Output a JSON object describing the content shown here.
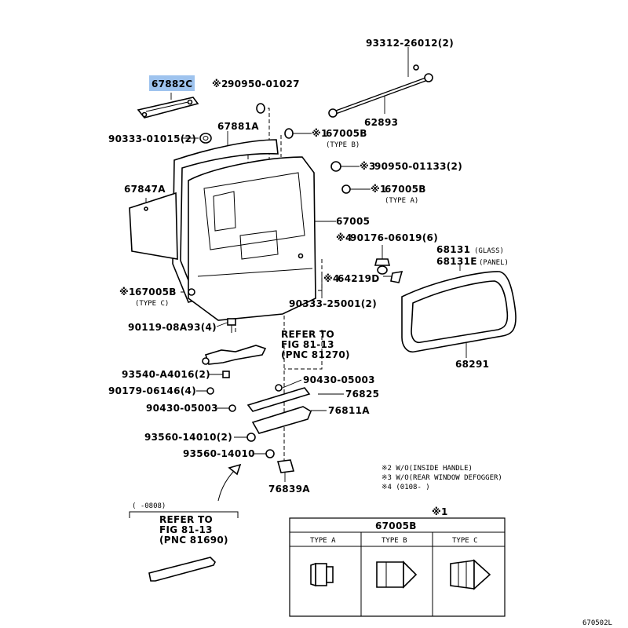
{
  "highlight_color": "#9ec3ee",
  "labels": {
    "p67882C": "67882C",
    "p90950_01027": "90950-01027",
    "p93312": "93312-26012(2)",
    "p62893": "62893",
    "p67881A": "67881A",
    "p90333_01015": "90333-01015(2)",
    "p67005B_top": "67005B",
    "p90950_01133": "90950-01133(2)",
    "p67005B_mid": "67005B",
    "p67847A": "67847A",
    "p67005": "67005",
    "p90176": "90176-06019(6)",
    "p68131": "68131",
    "p68131E": "68131E",
    "p64219D": "64219D",
    "p67005B_left": "67005B",
    "p90333_25001": "90333-25001(2)",
    "p90119": "90119-08A93(4)",
    "p93540": "93540-A4016(2)",
    "p90430_a": "90430-05003",
    "p76825": "76825",
    "p90179": "90179-06146(4)",
    "p90430_b": "90430-05003",
    "p76811A": "76811A",
    "p68291": "68291",
    "p93560_2": "93560-14010(2)",
    "p93560": "93560-14010",
    "p76839A": "76839A"
  },
  "marks": {
    "m2": "※2",
    "m1": "※1",
    "m3": "※3",
    "m4": "※4"
  },
  "sublabels": {
    "type_b": "(TYPE  B)",
    "type_a": "(TYPE  A)",
    "type_c": "(TYPE  C)",
    "glass": "(GLASS)",
    "panel": "(PANEL)"
  },
  "refs": {
    "ref1_line1": "REFER TO",
    "ref1_line2": "FIG 81-13",
    "ref1_line3": "(PNC 81270)",
    "ref2_line1": "REFER TO",
    "ref2_line2": "FIG 81-13",
    "ref2_line3": "(PNC 81690)",
    "date_range": "(    -0808)"
  },
  "notes": {
    "n2": "※2 W/O(INSIDE HANDLE)",
    "n3": "※3 W/O(REAR WINDOW DEFOGGER)",
    "n4": "※4 (0108-     )"
  },
  "table": {
    "mark": "※1",
    "title": "67005B",
    "cols": [
      "TYPE  A",
      "TYPE  B",
      "TYPE  C"
    ]
  },
  "footer_code": "670502L"
}
